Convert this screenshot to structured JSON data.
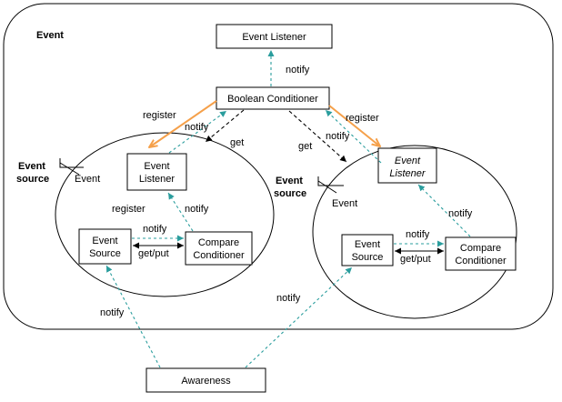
{
  "title": "Event",
  "boxes": {
    "event_listener_top": "Event Listener",
    "boolean_conditioner": "Boolean Conditioner",
    "awareness": "Awareness",
    "left_listener_line1": "Event",
    "left_listener_line2": "Listener",
    "left_source_line1": "Event",
    "left_source_line2": "Source",
    "left_compare_line1": "Compare",
    "left_compare_line2": "Conditioner",
    "right_listener_line1": "Event",
    "right_listener_line2": "Listener",
    "right_source_line1": "Event",
    "right_source_line2": "Source",
    "right_compare_line1": "Compare",
    "right_compare_line2": "Conditioner"
  },
  "labels": {
    "event_source_line1": "Event",
    "event_source_line2": "source",
    "event": "Event",
    "notify": "notify",
    "register": "register",
    "get": "get",
    "get_put": "get/put"
  },
  "colors": {
    "teal_arrow": "#2a9d9d",
    "orange_arrow": "#f5a04a",
    "black_arrow": "#000000"
  }
}
